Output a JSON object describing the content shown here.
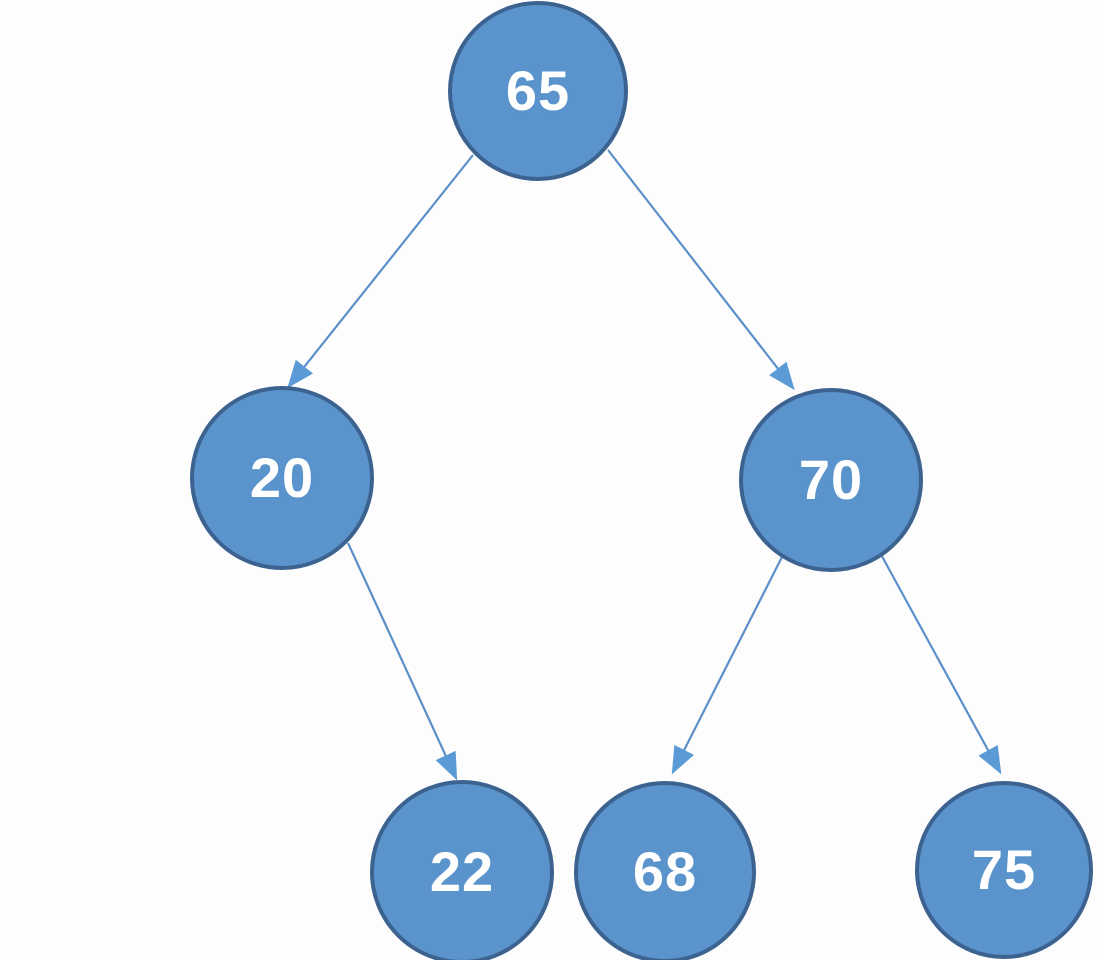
{
  "diagram": {
    "type": "binary-tree",
    "nodes": [
      {
        "id": "root",
        "value": "65"
      },
      {
        "id": "root-left",
        "value": "20"
      },
      {
        "id": "root-right",
        "value": "70"
      },
      {
        "id": "left-right",
        "value": "22"
      },
      {
        "id": "right-left",
        "value": "68"
      },
      {
        "id": "right-right",
        "value": "75"
      }
    ],
    "edges": [
      {
        "from": "65",
        "to": "20"
      },
      {
        "from": "65",
        "to": "70"
      },
      {
        "from": "20",
        "to": "22"
      },
      {
        "from": "70",
        "to": "68"
      },
      {
        "from": "70",
        "to": "75"
      }
    ]
  },
  "colors": {
    "node_fill": "#5b94cd",
    "node_border": "#3c6390",
    "edge_stroke": "#5b8fc9",
    "arrowhead_fill": "#5b9bd5",
    "node_text": "#ffffff",
    "background": "#fdfdfd"
  }
}
